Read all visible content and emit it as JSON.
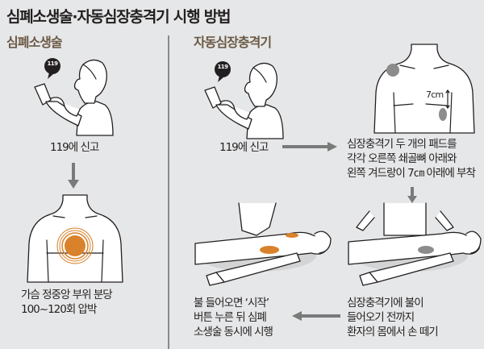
{
  "title": "심폐소생술·자동심장충격기 시행 방법",
  "sections": {
    "cpr": {
      "heading": "심폐소생술",
      "steps": [
        {
          "label": "119에 신고",
          "bubble": "119",
          "illustration": "person-calling-phone"
        },
        {
          "label_lines": [
            "가슴 정중앙 부위 분당",
            "100~120회 압박"
          ],
          "illustration": "chest-compression-target"
        }
      ]
    },
    "aed": {
      "heading": "자동심장충격기",
      "steps": [
        {
          "label": "119에 신고",
          "bubble": "119",
          "illustration": "person-calling-phone"
        },
        {
          "label_lines": [
            "심장충격기 두 개의 패드를",
            "각각 오른쪽 쇄골뼈 아래와",
            "왼쪽 겨드랑이 7㎝ 아래에 부착"
          ],
          "illustration": "torso-pad-placement",
          "measure_label": "7cm"
        },
        {
          "label_lines": [
            "심장충격기에 불이",
            "들어오기 전까지",
            "환자의 몸에서 손 떼기"
          ],
          "illustration": "hands-off-patient"
        },
        {
          "label_lines": [
            "불 들어오면 ‘시작’",
            "버튼 누른 뒤 심폐",
            "소생술 동시에 시행"
          ],
          "illustration": "cpr-with-aed"
        }
      ]
    }
  },
  "colors": {
    "background": "#e6e7e8",
    "heading_brown": "#6b5a45",
    "accent_orange": "#d9822b",
    "pad_gray": "#8c8c8c",
    "arrow_gray": "#7a7a7a",
    "text": "#231f20"
  }
}
